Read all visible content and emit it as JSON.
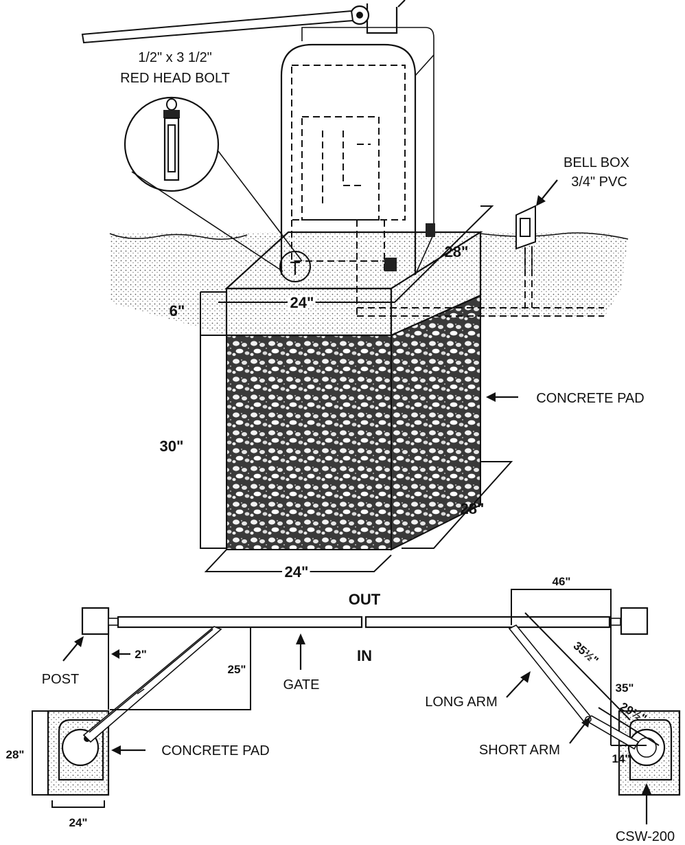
{
  "labels": {
    "bolt_size": "1/2\" x 3 1/2\"",
    "bolt_name": "RED HEAD BOLT",
    "bell_box": "BELL BOX",
    "pvc": "3/4\" PVC",
    "concrete_pad_upper": "CONCRETE PAD",
    "dim_pad_depth_top": "28\"",
    "dim_pad_width_top": "24\"",
    "dim_slab_height": "6\"",
    "dim_footing_depth": "30\"",
    "dim_footing_side": "28\"",
    "dim_footing_width": "24\"",
    "out": "OUT",
    "in": "IN",
    "dim_46": "46\"",
    "dim_2": "2\"",
    "dim_25": "25\"",
    "dim_35_half": "35½\"",
    "dim_35": "35\"",
    "dim_29_half": "29½\"",
    "post": "POST",
    "gate": "GATE",
    "long_arm": "LONG ARM",
    "short_arm": "SHORT ARM",
    "concrete_pad_lower": "CONCRETE PAD",
    "dim_28_plan": "28\"",
    "dim_24_plan": "24\"",
    "dim_14": "14\"",
    "model": "CSW-200"
  }
}
